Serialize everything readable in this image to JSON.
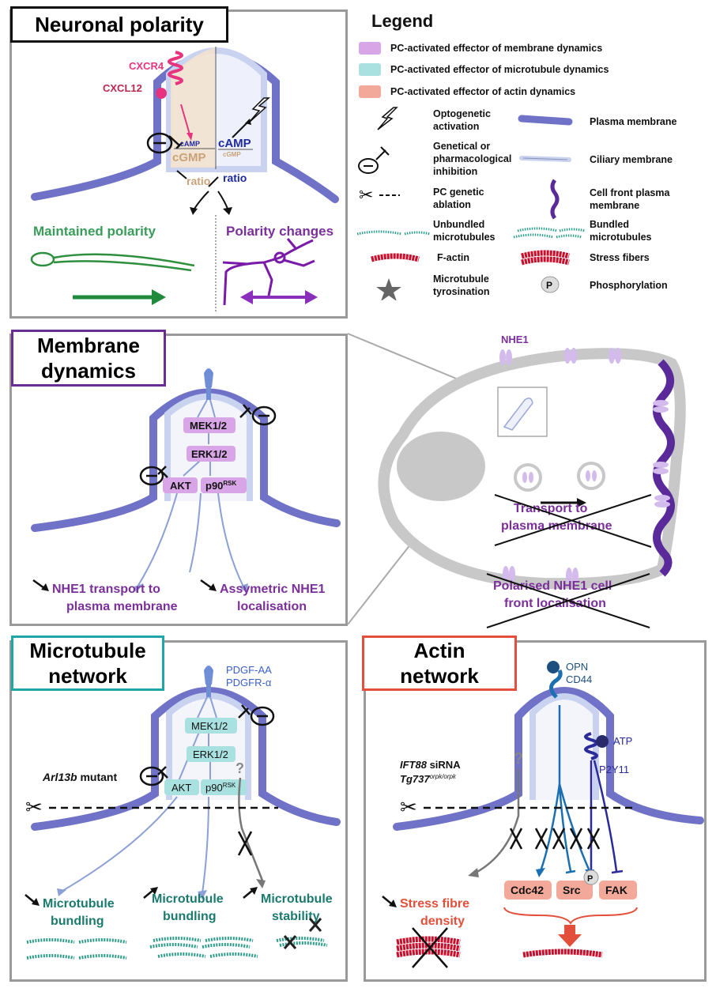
{
  "panels": {
    "polarity": {
      "title": "Neuronal polarity",
      "cxcr4": "CXCR4",
      "cxcl12": "CXCL12",
      "camp_small": "cAMP",
      "cgmp_big": "cGMP",
      "camp_big": "cAMP",
      "cgmp_small": "cGMP",
      "ratio_left": "ratio",
      "ratio_right": "ratio",
      "maintained": "Maintained polarity",
      "changes": "Polarity changes"
    },
    "membrane": {
      "title_line1": "Membrane",
      "title_line2": "dynamics",
      "mek": "MEK1/2",
      "erk": "ERK1/2",
      "akt": "AKT",
      "p90": "p90",
      "rsk": "RSK",
      "out1_line1": "NHE1 transport to",
      "out1_line2": "plasma membrane",
      "out2_line1": "Assymetric NHE1",
      "out2_line2": "localisation"
    },
    "cell": {
      "nhe1": "NHE1",
      "transport_line1": "Transport to",
      "transport_line2": "plasma membrane",
      "polarised_line1": "Polarised NHE1 cell",
      "polarised_line2": "front localisation"
    },
    "microtubule": {
      "title_line1": "Microtubule",
      "title_line2": "network",
      "pdgf_aa": "PDGF-AA",
      "pdgfr": "PDGFR-α",
      "mek": "MEK1/2",
      "erk": "ERK1/2",
      "akt": "AKT",
      "p90": "p90",
      "rsk": "RSK",
      "question": "?",
      "arl13b": "Arl13b",
      "mutant": " mutant",
      "out1_line1": "Microtubule",
      "out1_line2": "bundling",
      "out2_line1": "Microtubule",
      "out2_line2": "bundling",
      "out3_line1": "Microtubule",
      "out3_line2": "stability"
    },
    "actin": {
      "title_line1": "Actin",
      "title_line2": "network",
      "opn": "OPN",
      "cd44": "CD44",
      "atp": "ATP",
      "p2y11": "P2Y11",
      "question": "?",
      "ift88": "IFT88",
      "sirna": " siRNA",
      "tg737": "Tg737",
      "orpk": "orpk/orpk",
      "stress_line1": "Stress fibre",
      "stress_line2": "density",
      "cdc42": "Cdc42",
      "src": "Src",
      "fak": "FAK",
      "phospho": "P"
    }
  },
  "legend": {
    "title": "Legend",
    "membrane_effector": "PC-activated effector of membrane dynamics",
    "microtubule_effector": "PC-activated effector of microtubule dynamics",
    "actin_effector": "PC-activated effector of actin dynamics",
    "optogenetic_line1": "Optogenetic",
    "optogenetic_line2": "activation",
    "inhibition_line1": "Genetical or",
    "inhibition_line2": "pharmacological",
    "inhibition_line3": "inhibition",
    "ablation_line1": "PC genetic",
    "ablation_line2": "ablation",
    "unbundled_line1": "Unbundled",
    "unbundled_line2": "microtubules",
    "factin": "F-actin",
    "tyrosination_line1": "Microtubule",
    "tyrosination_line2": "tyrosination",
    "plasma_membrane": "Plasma membrane",
    "ciliary_membrane": "Ciliary membrane",
    "cellfront_line1": "Cell front plasma",
    "cellfront_line2": "membrane",
    "bundled_line1": "Bundled",
    "bundled_line2": "microtubules",
    "stress_fibers": "Stress fibers",
    "phosphorylation": "Phosphorylation",
    "phospho_symbol": "P"
  },
  "colors": {
    "membrane_effector": "#d8a6e6",
    "microtubule_effector": "#a9e0e0",
    "actin_effector": "#f3a99a",
    "membrane_title_border": "#6a2d91",
    "microtubule_title_border": "#1fa7a7",
    "actin_title_border": "#e2503b",
    "purple_text": "#7a2f9a",
    "green_text": "#3a9c5a",
    "teal_text": "#1a7a6e",
    "red_text": "#e2503b",
    "pink": "#e6347f",
    "blue_dark": "#1e2aa0",
    "tan": "#c9a27a"
  }
}
